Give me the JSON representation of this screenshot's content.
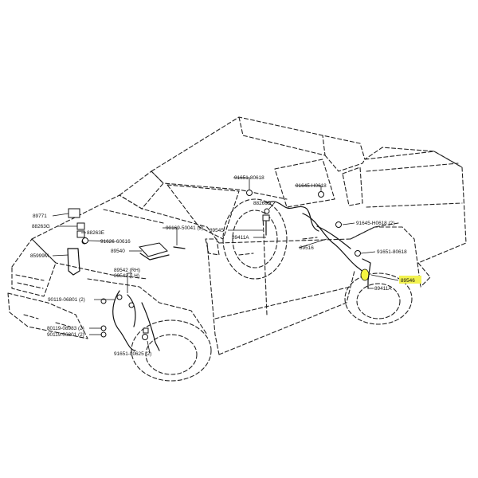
{
  "labels": [
    {
      "id": "p89771",
      "text": "89771"
    },
    {
      "id": "p88263G",
      "text": "88263G"
    },
    {
      "id": "p88263E",
      "text": "88263E"
    },
    {
      "id": "p91626",
      "text": "91626-60616"
    },
    {
      "id": "p85999M",
      "text": "85999M"
    },
    {
      "id": "p90169",
      "text": "90169-50041 (2)"
    },
    {
      "id": "p89540",
      "text": "89540"
    },
    {
      "id": "p89542",
      "text": "89542 (RH)"
    },
    {
      "id": "p89543",
      "text": "89543 (LH)"
    },
    {
      "id": "p90119a",
      "text": "90119-06801 (2)"
    },
    {
      "id": "p80119",
      "text": "80119-08983 (2)"
    },
    {
      "id": "p90119b",
      "text": "90119-06801 (2)"
    },
    {
      "id": "p91651c",
      "text": "91651-80625 (2)"
    },
    {
      "id": "p91651a",
      "text": "91651-80618"
    },
    {
      "id": "p88266",
      "text": "88266D"
    },
    {
      "id": "p89545",
      "text": "89545"
    },
    {
      "id": "p89411a",
      "text": "89411A"
    },
    {
      "id": "p91645a",
      "text": "91645-H0618"
    },
    {
      "id": "p91645b",
      "text": "91645-H0618 (2)"
    },
    {
      "id": "p89516",
      "text": "89516"
    },
    {
      "id": "p91651b",
      "text": "91651-80618"
    },
    {
      "id": "p89546",
      "text": "89546"
    },
    {
      "id": "p89411b",
      "text": "89411A"
    }
  ],
  "highlight": {
    "part": "89546",
    "color": "#f2f250"
  }
}
